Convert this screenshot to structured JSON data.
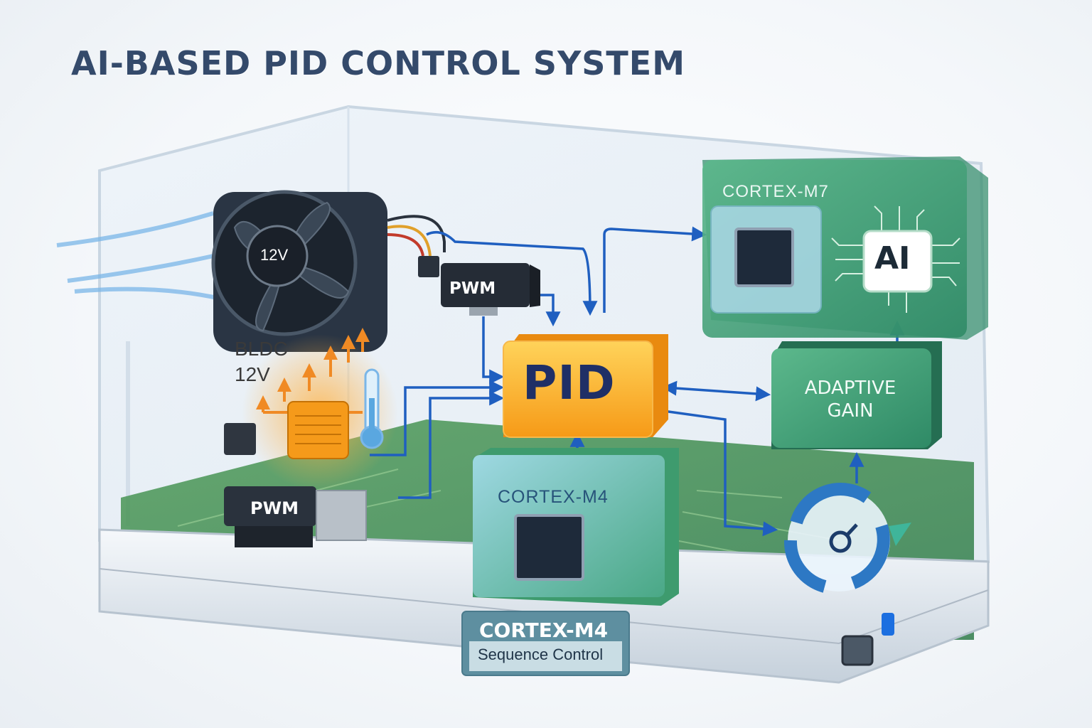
{
  "title": "AI-BASED PID CONTROL SYSTEM",
  "fan": {
    "voltage_label": "12V",
    "motor_label": "BLDC",
    "motor_voltage": "12V"
  },
  "pwm_top": {
    "label": "PWM"
  },
  "pwm_bottom": {
    "label": "PWM"
  },
  "pid": {
    "label": "PID"
  },
  "cortex_m7": {
    "label": "CORTEX-M7",
    "ai_label": "AI"
  },
  "adaptive_gain": {
    "line1": "ADAPTIVE",
    "line2": "GAIN"
  },
  "cortex_m4": {
    "label": "CORTEX-M4"
  },
  "plate": {
    "title": "CORTEX-M4",
    "subtitle": "Sequence Control"
  },
  "colors": {
    "title": "#344a6b",
    "pid": "#f7a21c",
    "green_module": "#3f9e78",
    "wire_blue": "#1f5fc0",
    "heat_orange": "#f08a24"
  }
}
